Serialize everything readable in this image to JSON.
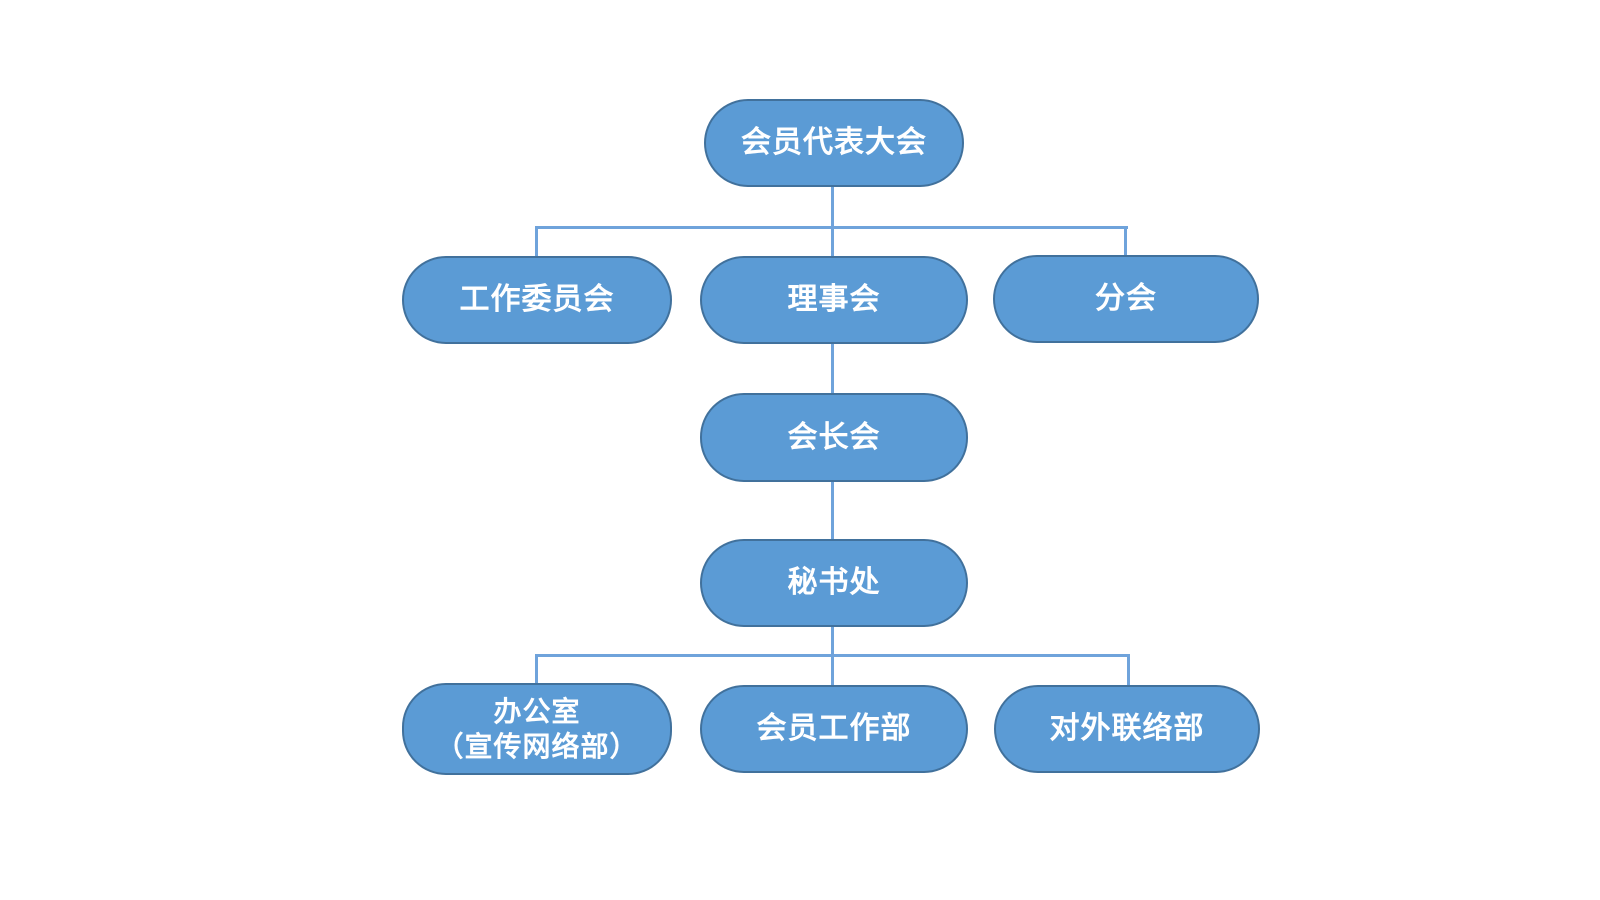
{
  "diagram": {
    "type": "org-chart",
    "background": "#ffffff",
    "colors": {
      "node_fill": "#5B9BD5",
      "node_border": "#41719C",
      "connector": "#6FA3DB",
      "text": "#FFFFFF"
    },
    "nodes": [
      {
        "id": "member-assembly",
        "label": "会员代表大会"
      },
      {
        "id": "work-committee",
        "label": "工作委员会"
      },
      {
        "id": "council",
        "label": "理事会"
      },
      {
        "id": "branch",
        "label": "分会"
      },
      {
        "id": "presidents-meeting",
        "label": "会长会"
      },
      {
        "id": "secretariat",
        "label": "秘书处"
      },
      {
        "id": "office",
        "label": "办公室",
        "label_line2": "（宣传网络部）"
      },
      {
        "id": "member-work-dept",
        "label": "会员工作部"
      },
      {
        "id": "external-liaison-dept",
        "label": "对外联络部"
      }
    ],
    "edges": [
      {
        "from": "member-assembly",
        "to": "work-committee"
      },
      {
        "from": "member-assembly",
        "to": "council"
      },
      {
        "from": "member-assembly",
        "to": "branch"
      },
      {
        "from": "council",
        "to": "presidents-meeting"
      },
      {
        "from": "presidents-meeting",
        "to": "secretariat"
      },
      {
        "from": "secretariat",
        "to": "office"
      },
      {
        "from": "secretariat",
        "to": "member-work-dept"
      },
      {
        "from": "secretariat",
        "to": "external-liaison-dept"
      }
    ]
  }
}
